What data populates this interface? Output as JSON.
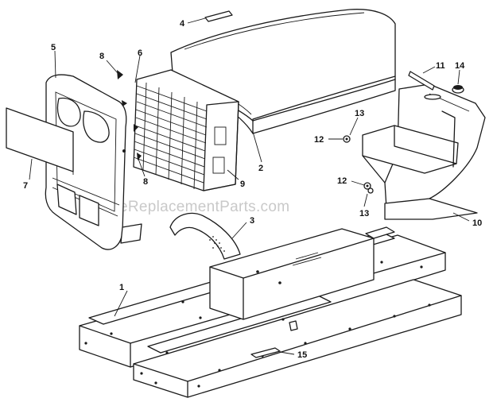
{
  "watermark": "eReplacementParts.com",
  "callouts": {
    "c1": "1",
    "c2": "2",
    "c3": "3",
    "c4": "4",
    "c5": "5",
    "c6": "6",
    "c7": "7",
    "c8a": "8",
    "c8b": "8",
    "c9": "9",
    "c10": "10",
    "c11": "11",
    "c12a": "12",
    "c12b": "12",
    "c13a": "13",
    "c13b": "13",
    "c14": "14",
    "c15": "15"
  }
}
